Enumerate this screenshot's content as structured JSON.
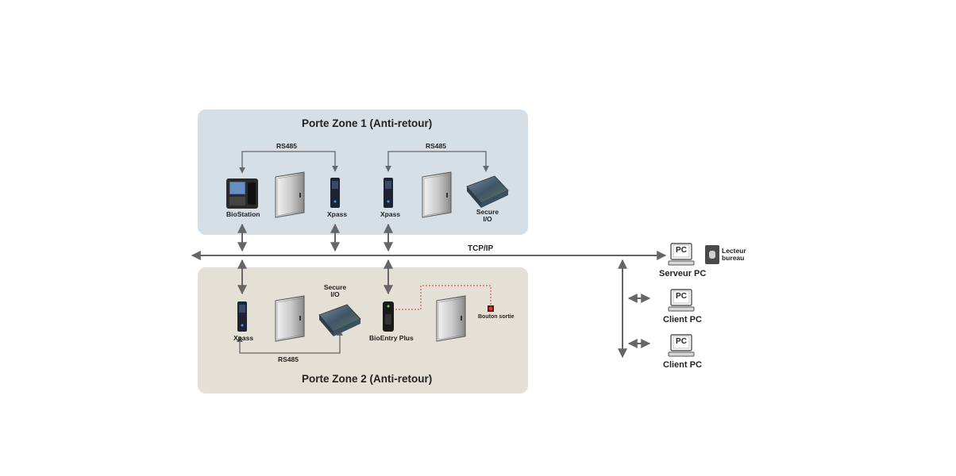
{
  "zone1": {
    "title": "Porte Zone 1 (Anti-retour)",
    "rs485_left": "RS485",
    "rs485_right": "RS485",
    "biostation": "BioStation",
    "xpass_a": "Xpass",
    "xpass_b": "Xpass",
    "secure_io_line1": "Secure",
    "secure_io_line2": "I/O"
  },
  "zone2": {
    "title": "Porte Zone 2 (Anti-retour)",
    "xpass": "Xpass",
    "secure_io_line1": "Secure",
    "secure_io_line2": "I/O",
    "bioentry": "BioEntry Plus",
    "exit_button": "Bouton sortie",
    "rs485": "RS485"
  },
  "network": {
    "label": "TCP/IP",
    "server_pc": "Serveur PC",
    "client_pc_1": "Client PC",
    "client_pc_2": "Client PC",
    "pc_screen": "PC",
    "desk_reader_line1": "Lecteur",
    "desk_reader_line2": "bureau"
  }
}
